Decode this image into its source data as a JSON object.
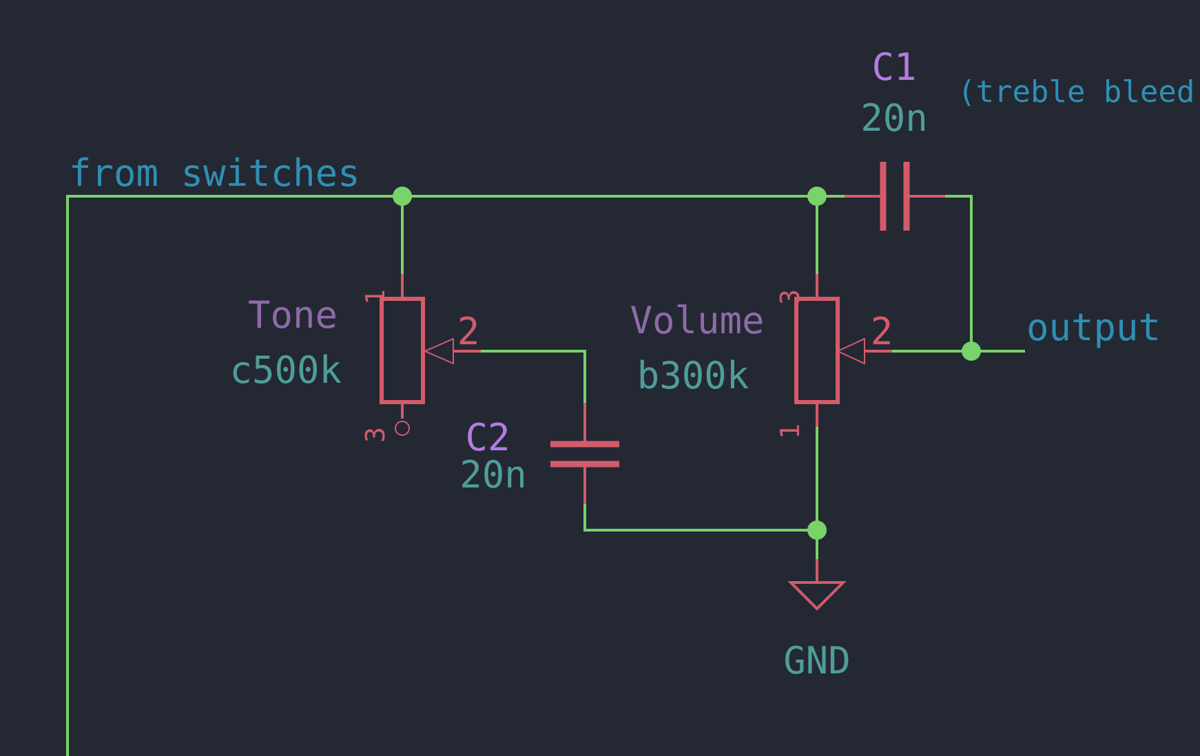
{
  "schematic": {
    "net_labels": {
      "input": "from switches",
      "output": "output"
    },
    "note": "(treble bleed)",
    "components": {
      "c1": {
        "ref": "C1",
        "value": "20n"
      },
      "c2": {
        "ref": "C2",
        "value": "20n"
      },
      "tone": {
        "ref": "Tone",
        "value": "c500k",
        "pins": [
          "1",
          "2",
          "3"
        ]
      },
      "volume": {
        "ref": "Volume",
        "value": "b300k",
        "pins": [
          "3",
          "2",
          "1"
        ]
      },
      "gnd": {
        "label": "GND"
      }
    },
    "colors": {
      "background": "#232833",
      "wire": "#79d26a",
      "component": "#d45b6a",
      "net_label": "#2f8fb4",
      "reference": "#b27ce0",
      "value": "#4f9d98"
    }
  }
}
